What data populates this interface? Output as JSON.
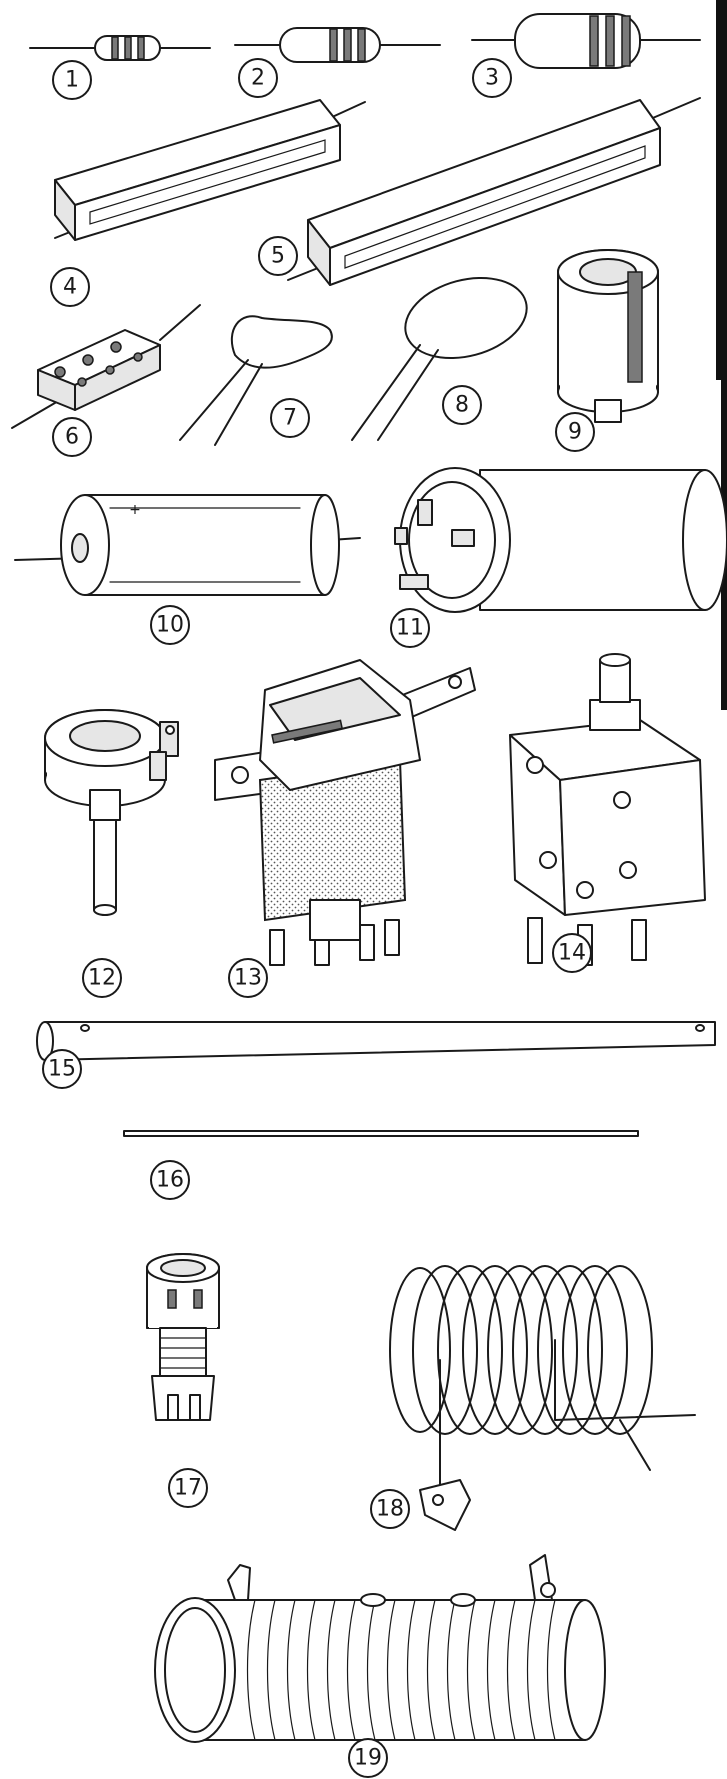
{
  "callouts": [
    "1",
    "2",
    "3",
    "4",
    "5",
    "6",
    "7",
    "8",
    "9",
    "10",
    "11",
    "12",
    "13",
    "14",
    "15",
    "16",
    "17",
    "18",
    "19"
  ],
  "colors": {
    "ink": "#1a1a1a",
    "paper": "#ffffff",
    "shade": "#e6e6e6"
  }
}
